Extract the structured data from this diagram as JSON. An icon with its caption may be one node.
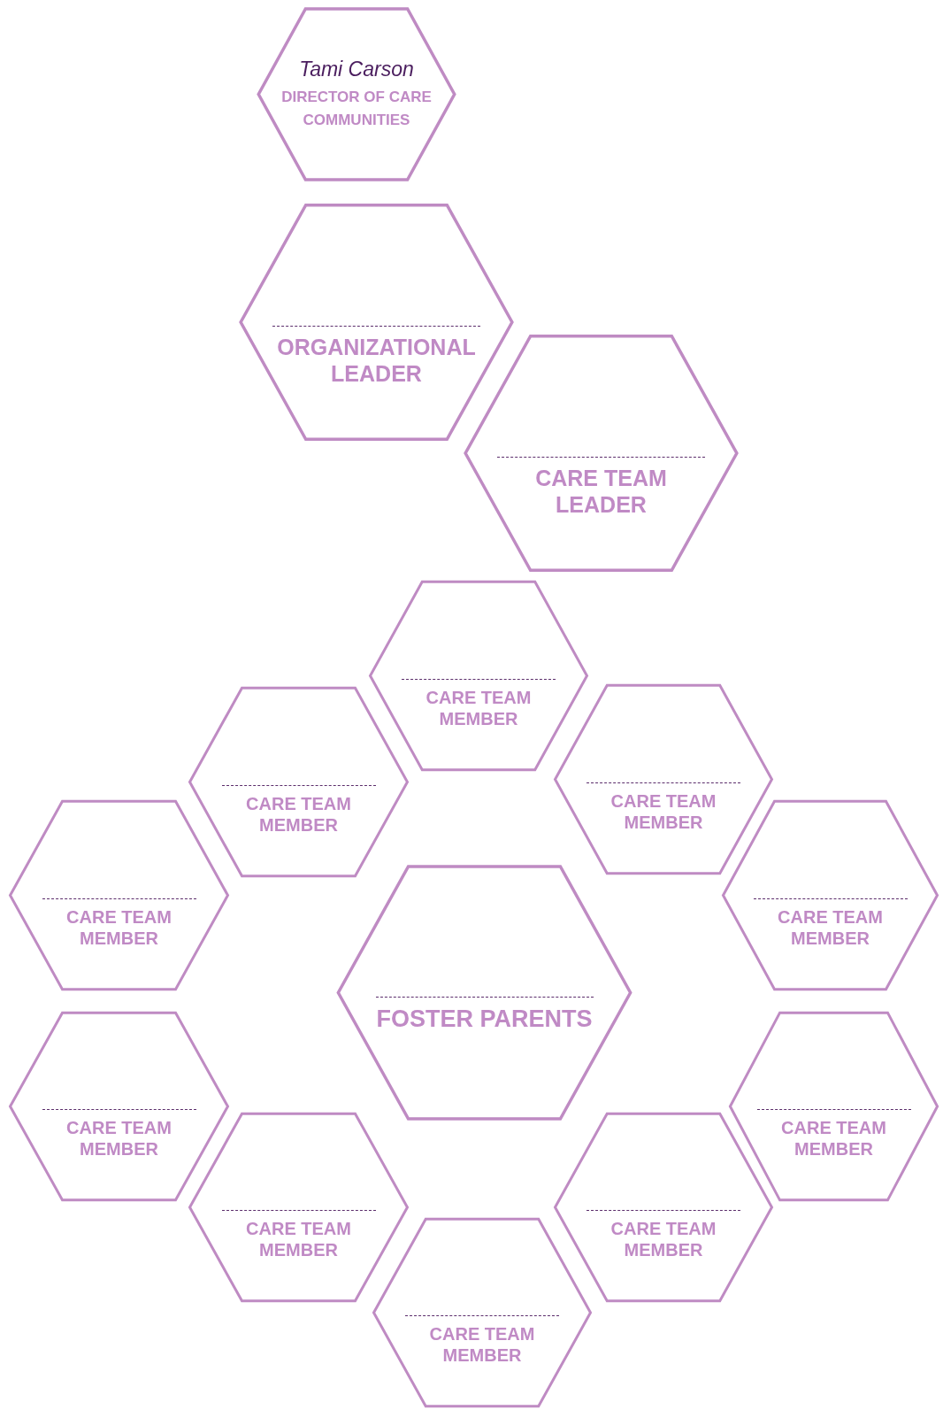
{
  "diagram": {
    "nodes": [
      {
        "text": [
          "Tami Carson",
          "DIRECTOR OF CARE COMMUNITIES"
        ]
      },
      {
        "text": [
          "ORGANIZATIONAL LEADER"
        ]
      },
      {
        "text": [
          "CARE TEAM LEADER"
        ]
      },
      {
        "text": [
          "CARE TEAM MEMBER"
        ]
      },
      {
        "text": [
          "CARE TEAM MEMBER"
        ]
      },
      {
        "text": [
          "CARE TEAM MEMBER"
        ]
      },
      {
        "text": [
          "CARE TEAM MEMBER"
        ]
      },
      {
        "text": [
          "CARE TEAM MEMBER"
        ]
      },
      {
        "text": [
          "FOSTER PARENTS"
        ]
      },
      {
        "text": [
          "CARE TEAM MEMBER"
        ]
      },
      {
        "text": [
          "CARE TEAM MEMBER"
        ]
      },
      {
        "text": [
          "CARE TEAM MEMBER"
        ]
      },
      {
        "text": [
          "CARE TEAM MEMBER"
        ]
      },
      {
        "text": [
          "CARE TEAM MEMBER"
        ]
      }
    ]
  }
}
